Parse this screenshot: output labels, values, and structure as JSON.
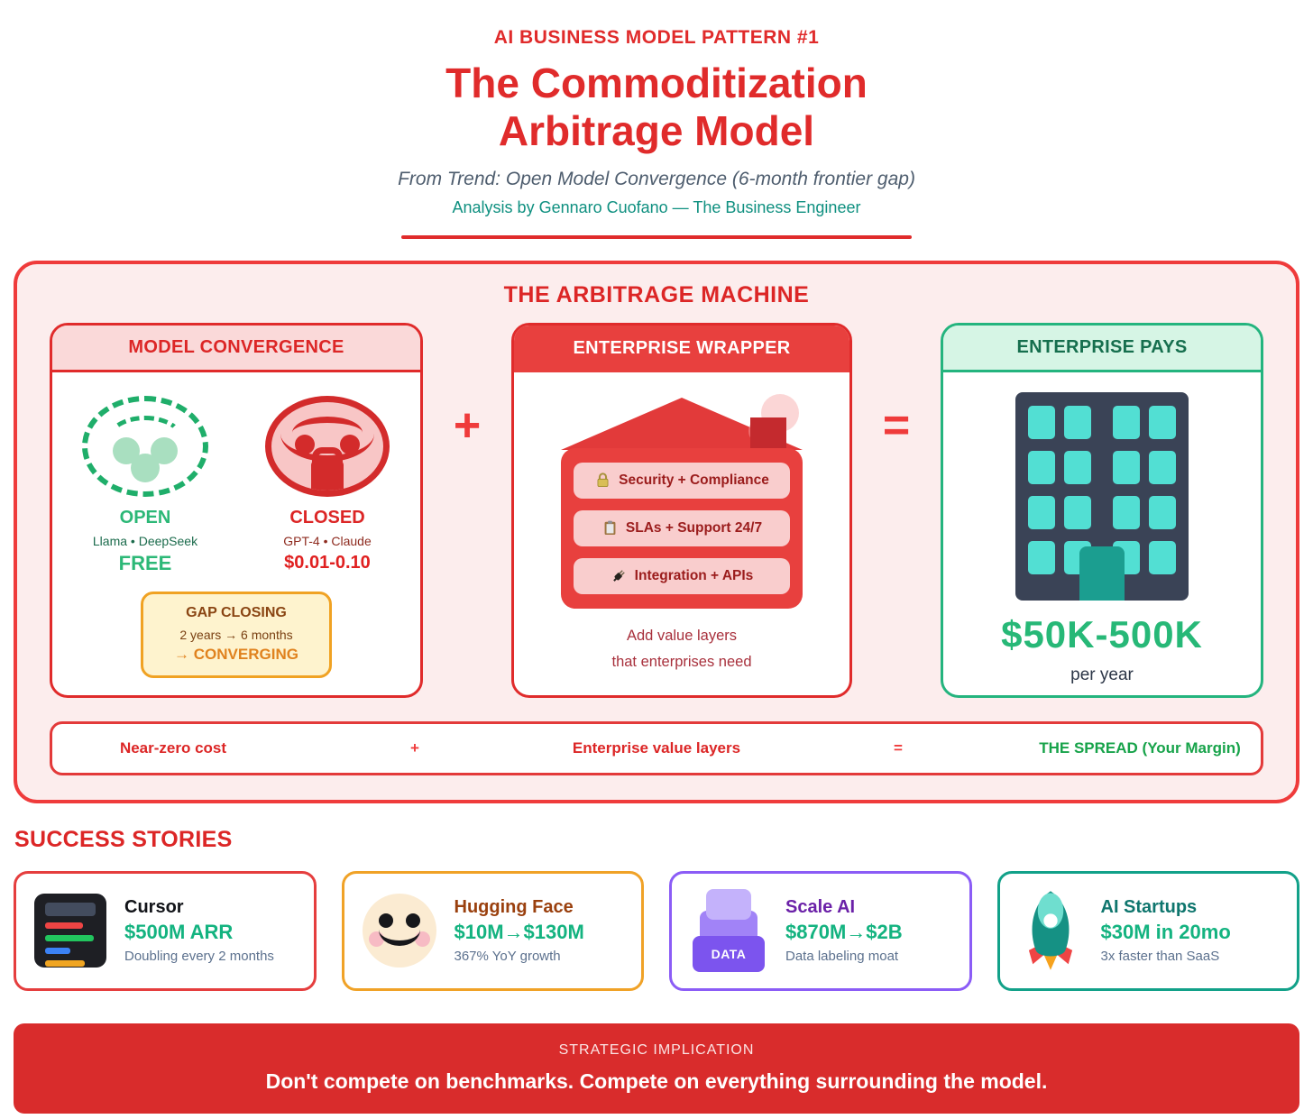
{
  "header": {
    "kicker": "AI BUSINESS MODEL PATTERN #1",
    "title_line1": "The Commoditization",
    "title_line2": "Arbitrage Model",
    "subtitle": "From Trend: Open Model Convergence (6-month frontier gap)",
    "byline": "Analysis by Gennaro Cuofano — The Business Engineer"
  },
  "machine": {
    "title": "THE ARBITRAGE MACHINE",
    "operators": {
      "plus": "+",
      "equals": "="
    },
    "convergence": {
      "header": "MODEL CONVERGENCE",
      "open": {
        "label": "OPEN",
        "models": "Llama • DeepSeek",
        "price": "FREE"
      },
      "closed": {
        "label": "CLOSED",
        "models": "GPT-4 • Claude",
        "price": "$0.01-0.10"
      },
      "gap": {
        "title": "GAP CLOSING",
        "line": "2 years → 6 months",
        "result": "→ CONVERGING"
      }
    },
    "wrapper": {
      "header": "ENTERPRISE WRAPPER",
      "layers": [
        {
          "icon": "lock-icon",
          "label": "Security + Compliance"
        },
        {
          "icon": "clipboard-icon",
          "label": "SLAs + Support 24/7"
        },
        {
          "icon": "plug-icon",
          "label": "Integration + APIs"
        }
      ],
      "caption_line1": "Add value layers",
      "caption_line2": "that enterprises need"
    },
    "pays": {
      "header": "ENTERPRISE PAYS",
      "amount": "$50K-500K",
      "period": "per year"
    },
    "formula": {
      "cost": "Near-zero cost",
      "plus": "+",
      "layers": "Enterprise value layers",
      "equals": "=",
      "spread": "THE SPREAD (Your Margin)"
    }
  },
  "success": {
    "title": "SUCCESS STORIES",
    "stories": [
      {
        "name": "Cursor",
        "metric": "$500M ARR",
        "note": "Doubling every 2 months",
        "icon": "code-editor-icon",
        "accent": "#E53E3E"
      },
      {
        "name": "Hugging Face",
        "metric": "$10M→$130M",
        "note": "367% YoY growth",
        "icon": "hugging-face-icon",
        "accent": "#F0A227"
      },
      {
        "name": "Scale AI",
        "metric": "$870M→$2B",
        "note": "Data labeling moat",
        "icon": "data-stack-icon",
        "accent": "#8B5CF6",
        "stack_label": "DATA"
      },
      {
        "name": "AI Startups",
        "metric": "$30M in 20mo",
        "note": "3x faster than SaaS",
        "icon": "rocket-icon",
        "accent": "#12A189"
      }
    ]
  },
  "banner": {
    "kicker": "STRATEGIC IMPLICATION",
    "message": "Don't compete on benchmarks. Compete on everything surrounding the model."
  },
  "colors": {
    "brand_red": "#DC2626",
    "light_pink_bg": "#FCEDED",
    "green": "#27B877",
    "teal": "#0F9080",
    "amber": "#F0A223"
  }
}
